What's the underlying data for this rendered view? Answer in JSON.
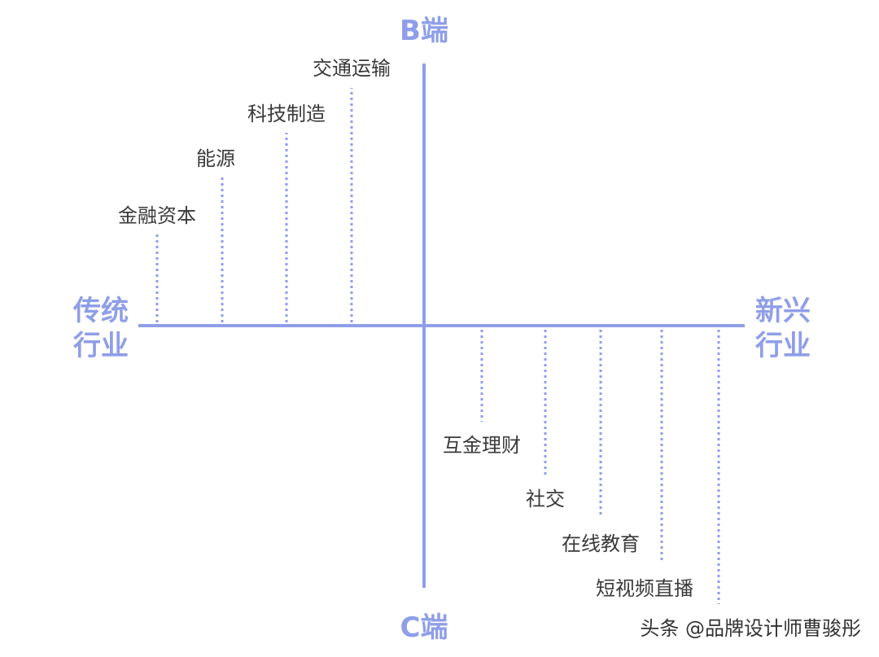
{
  "axes": {
    "top": "B端",
    "bottom": "C端",
    "left_line1": "传统",
    "left_line2": "行业",
    "right_line1": "新兴",
    "right_line2": "行业"
  },
  "colors": {
    "axis": "#8f9ee8",
    "text": "#3a3a3a"
  },
  "b_side_items": [
    {
      "label": "金融资本"
    },
    {
      "label": "能源"
    },
    {
      "label": "科技制造"
    },
    {
      "label": "交通运输"
    }
  ],
  "c_side_items": [
    {
      "label": "互金理财"
    },
    {
      "label": "社交"
    },
    {
      "label": "在线教育"
    },
    {
      "label": "短视频直播"
    },
    {
      "label": ""
    }
  ],
  "watermark": "头条 @品牌设计师曹骏彤"
}
